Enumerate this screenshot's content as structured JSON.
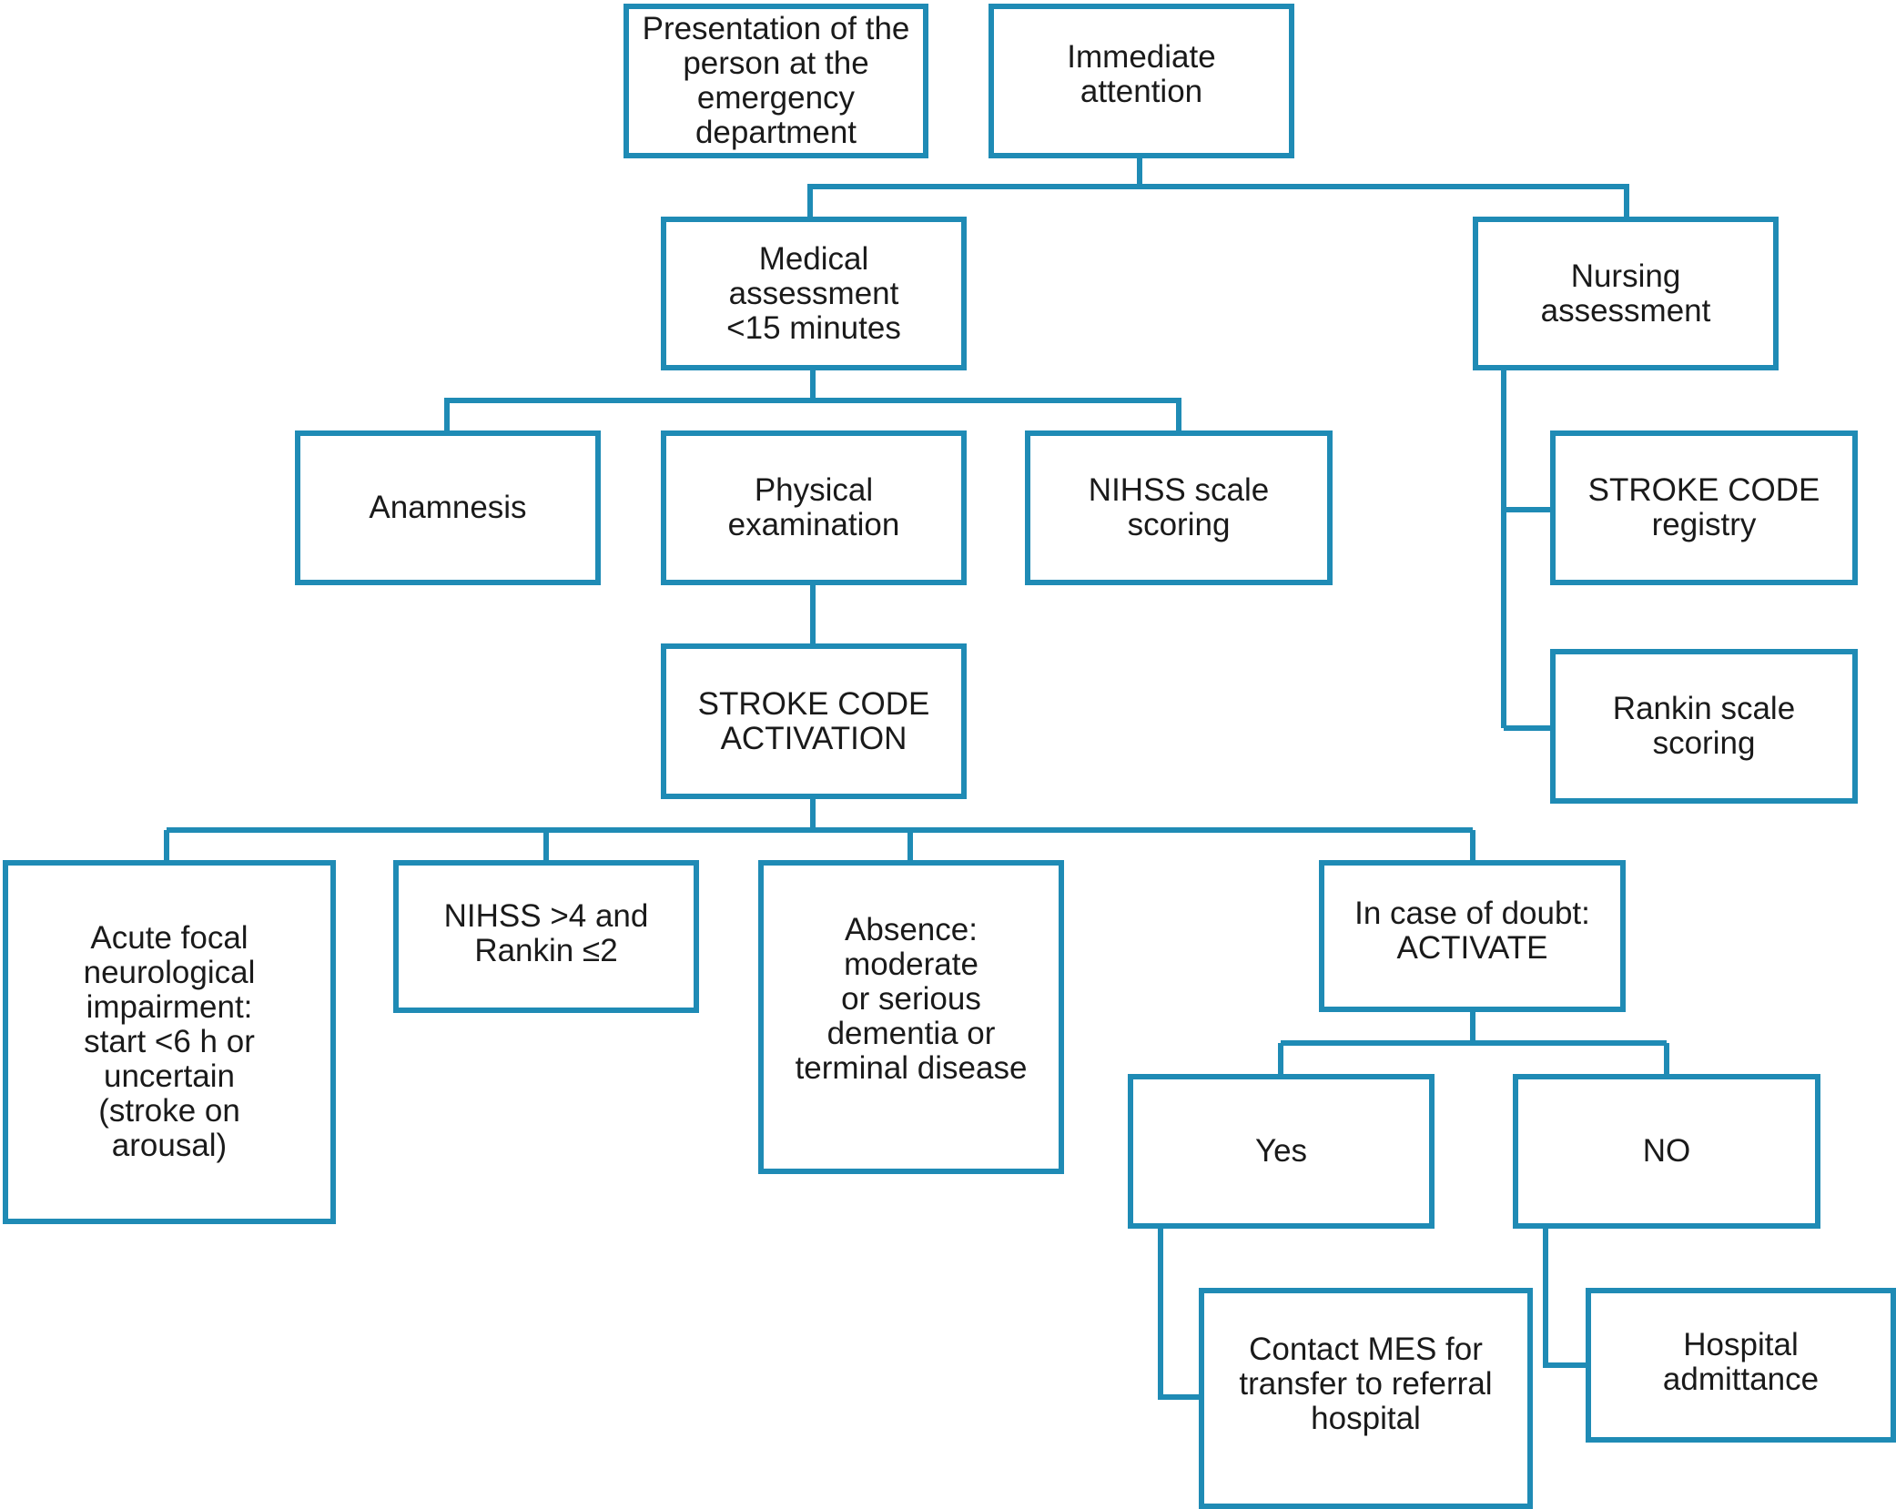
{
  "colors": {
    "box_border": "#1f8bb5",
    "connector": "#1f8bb5",
    "text": "#1a1a1a",
    "background": "#ffffff"
  },
  "nodes": {
    "presentation": "Presentation of the\nperson at the\nemergency\ndepartment",
    "immediate_attention": "Immediate\nattention",
    "medical_assessment": "Medical\nassessment\n<15 minutes",
    "nursing_assessment": "Nursing\nassessment",
    "anamnesis": "Anamnesis",
    "physical_examination": "Physical\nexamination",
    "nihss_scoring": "NIHSS scale\nscoring",
    "stroke_code_registry": "STROKE CODE\nregistry",
    "rankin_scoring": "Rankin scale\nscoring",
    "stroke_code_activation": "STROKE CODE\nACTIVATION",
    "acute_focal": "Acute focal\nneurological\nimpairment:\nstart <6 h or\nuncertain\n(stroke on\narousal)",
    "nihss_rankin": "NIHSS >4 and\nRankin ≤2",
    "absence": "Absence:\nmoderate\nor serious\ndementia or\nterminal disease",
    "in_case_of_doubt": "In case of doubt:\nACTIVATE",
    "yes": "Yes",
    "no": "NO",
    "contact_mes": "Contact MES for\ntransfer to referral\nhospital",
    "hospital_admittance": "Hospital\nadmittance"
  }
}
